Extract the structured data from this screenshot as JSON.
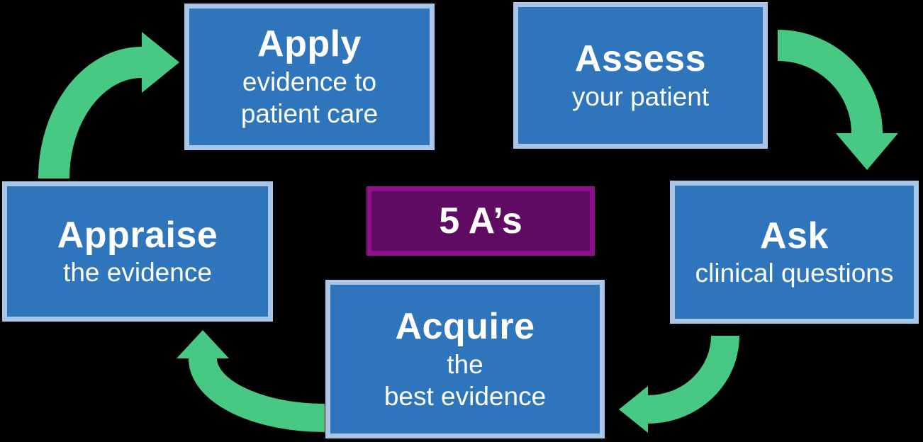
{
  "title": "5 A’s",
  "colors": {
    "background": "#000000",
    "box_fill": "#2E75BC",
    "box_border": "#A9C6E8",
    "center_fill": "#600B63",
    "center_border": "#8D108D",
    "arrow_green": "#47C983",
    "text": "#FFFFFF"
  },
  "center": {
    "label": "5 A’s"
  },
  "boxes": {
    "apply": {
      "title": "Apply",
      "lines": [
        "evidence to",
        "patient care"
      ]
    },
    "assess": {
      "title": "Assess",
      "lines": [
        "your patient"
      ]
    },
    "ask": {
      "title": "Ask",
      "lines": [
        "clinical questions"
      ]
    },
    "acquire": {
      "title": "Acquire",
      "lines": [
        "the",
        "best evidence"
      ]
    },
    "appraise": {
      "title": "Appraise",
      "lines": [
        "the evidence"
      ]
    }
  },
  "arrows": [
    {
      "name": "appraise-to-apply",
      "position": "top-left",
      "direction": "curves up-right"
    },
    {
      "name": "assess-to-ask",
      "position": "top-right",
      "direction": "curves down"
    },
    {
      "name": "ask-to-acquire",
      "position": "bottom-right",
      "direction": "curves left"
    },
    {
      "name": "acquire-to-appraise",
      "position": "bottom-left",
      "direction": "curves up"
    }
  ]
}
